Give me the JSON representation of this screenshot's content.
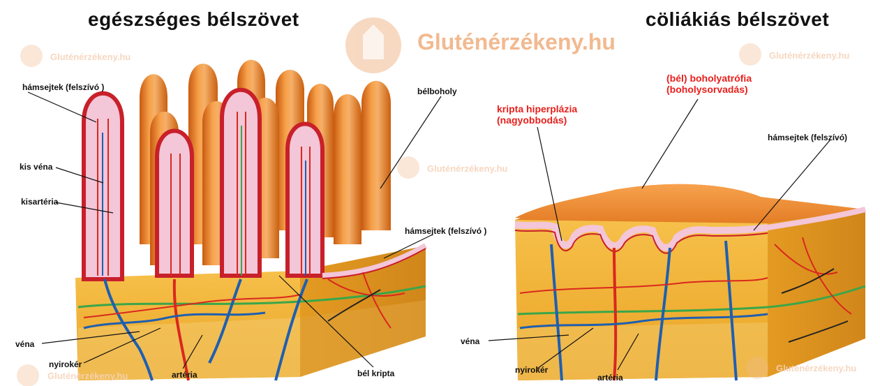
{
  "titles": {
    "healthy": "egészséges bélszövet",
    "celiac": "cöliákiás bélszövet"
  },
  "watermark": {
    "brand": "Gluténérzékeny.hu",
    "small": "Gluténérzékeny.hu"
  },
  "labels_healthy": {
    "epithelial_top": "hámsejtek (felszívó )",
    "villus": "bélboholy",
    "small_vein": "kis véna",
    "arteriole": "kisartéria",
    "epithelial_right": "hámsejtek (felszívó )",
    "vein": "véna",
    "lymph": "nyirokér",
    "artery": "artéria",
    "crypt": "bél kripta"
  },
  "labels_celiac": {
    "atrophy_line1": "(bél) boholyatrófia",
    "atrophy_line2": "(boholysorvadás)",
    "crypt_line1": "kripta hiperplázia",
    "crypt_line2": "(nagyobbodás)",
    "epithelial": "hámsejtek (felszívó)",
    "vein": "véna",
    "lymph": "nyirokér",
    "artery": "artéria"
  },
  "colors": {
    "villus_orange": "#f08a2a",
    "villus_dark": "#c8202a",
    "tissue_yellow": "#f3b52a",
    "membrane_pink": "#f3c6d8",
    "vein_blue": "#1f5fb0",
    "artery_red": "#d9281e",
    "lymph_green": "#3aa64a",
    "highlight_red": "#e8201c",
    "watermark": "#f2b98f"
  }
}
